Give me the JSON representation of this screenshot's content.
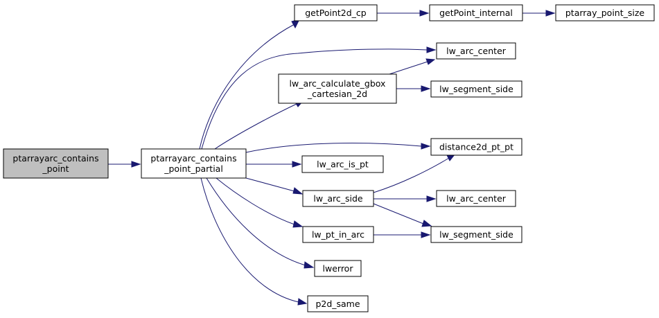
{
  "nodes": {
    "ptarrayarc_contains_point": [
      "ptarrayarc_contains",
      "_point"
    ],
    "ptarrayarc_contains_point_partial": [
      "ptarrayarc_contains",
      "_point_partial"
    ],
    "getPoint2d_cp": [
      "getPoint2d_cp"
    ],
    "getPoint_internal": [
      "getPoint_internal"
    ],
    "ptarray_point_size": [
      "ptarray_point_size"
    ],
    "lw_arc_center_top": [
      "lw_arc_center"
    ],
    "lw_arc_calculate_gbox_cartesian_2d": [
      "lw_arc_calculate_gbox",
      "_cartesian_2d"
    ],
    "lw_segment_side_top": [
      "lw_segment_side"
    ],
    "distance2d_pt_pt": [
      "distance2d_pt_pt"
    ],
    "lw_arc_is_pt": [
      "lw_arc_is_pt"
    ],
    "lw_arc_side": [
      "lw_arc_side"
    ],
    "lw_arc_center_bottom": [
      "lw_arc_center"
    ],
    "lw_pt_in_arc": [
      "lw_pt_in_arc"
    ],
    "lw_segment_side_bottom": [
      "lw_segment_side"
    ],
    "lwerror": [
      "lwerror"
    ],
    "p2d_same": [
      "p2d_same"
    ]
  },
  "colors": {
    "edge": "#191970",
    "root_fill": "#bfbfbf",
    "node_fill": "#ffffff",
    "node_border": "#000000"
  }
}
